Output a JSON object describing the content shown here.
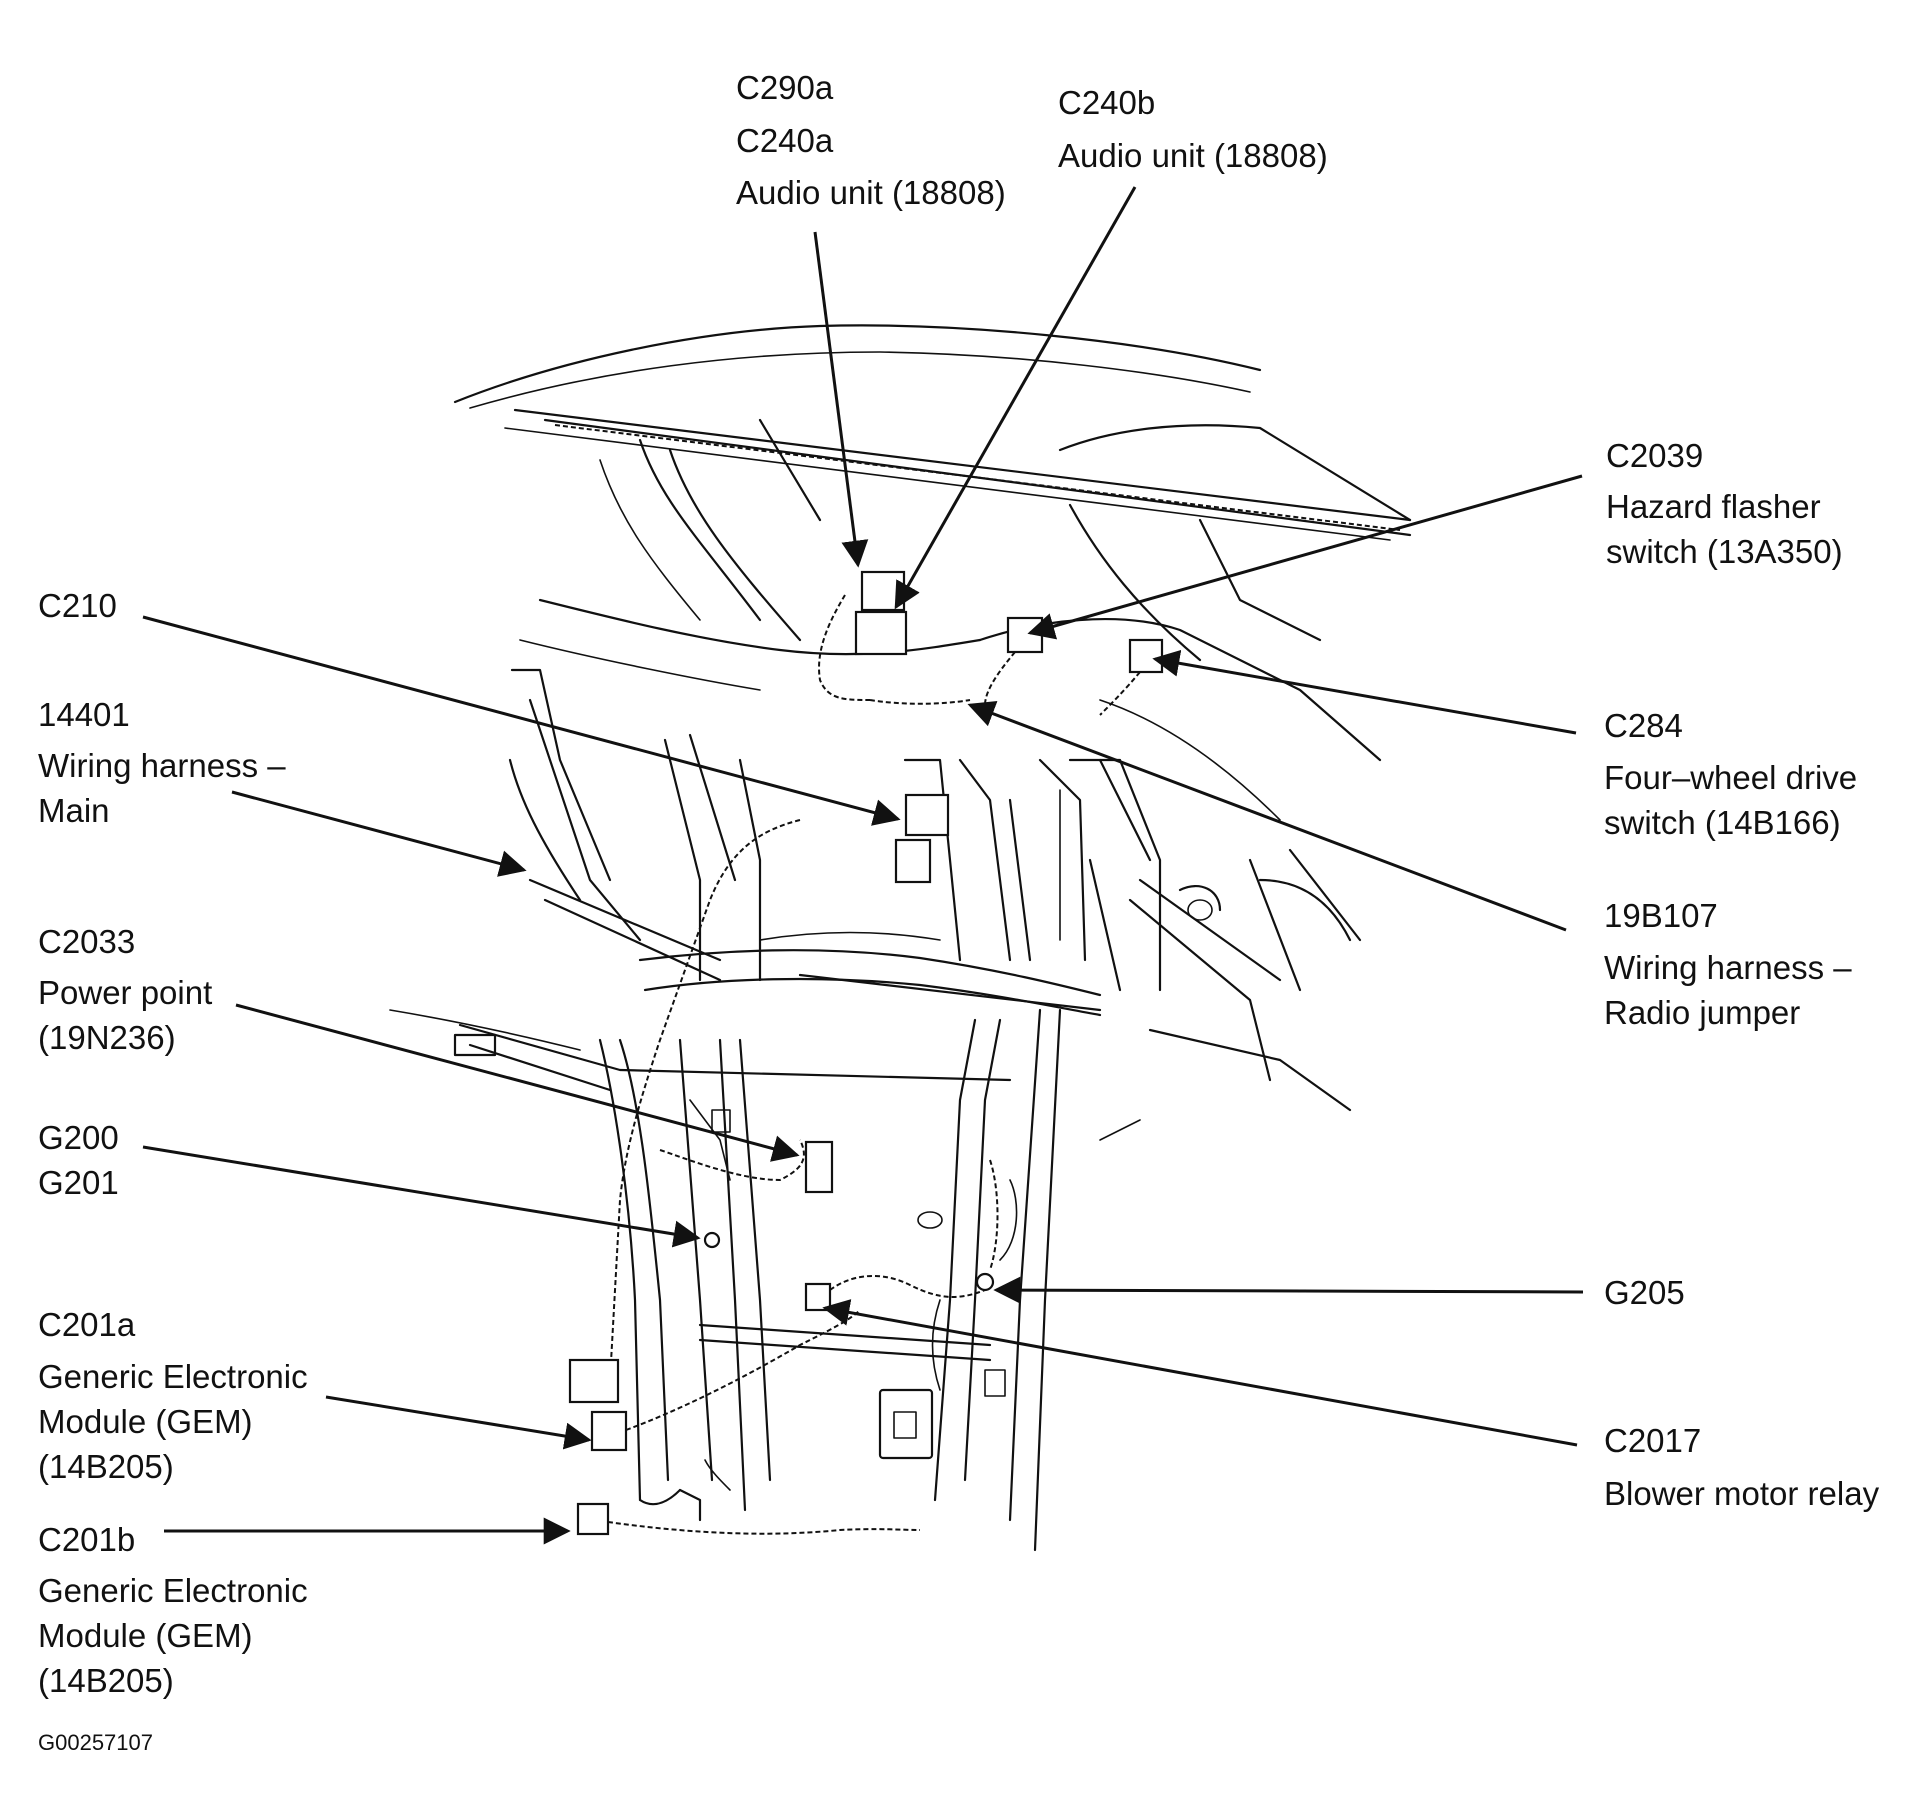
{
  "callouts": {
    "c290a_group": [
      "C290a",
      "C240a",
      "Audio unit (18808)"
    ],
    "c240b_group": [
      "C240b",
      "Audio unit (18808)"
    ],
    "c2039_group": [
      "C2039",
      "Hazard flasher",
      "switch (13A350)"
    ],
    "c210_group": [
      "C210"
    ],
    "harness_main_group": [
      "14401",
      "Wiring harness –",
      "Main"
    ],
    "c284_group": [
      "C284",
      "Four–wheel drive",
      "switch (14B166)"
    ],
    "radio_jumper_group": [
      "19B107",
      "Wiring harness –",
      "Radio jumper"
    ],
    "c2033_group": [
      "C2033",
      "Power point",
      "(19N236)"
    ],
    "g200_group": [
      "G200",
      "G201"
    ],
    "g205_group": [
      "G205"
    ],
    "c201a_group": [
      "C201a",
      "Generic Electronic",
      "Module (GEM)",
      "(14B205)"
    ],
    "c2017_group": [
      "C2017",
      "Blower motor relay"
    ],
    "c201b_group": [
      "C201b",
      "Generic Electronic",
      "Module (GEM)",
      "(14B205)"
    ]
  },
  "figure_code": "G00257107",
  "colors": {
    "ink": "#111111",
    "background": "#ffffff"
  }
}
